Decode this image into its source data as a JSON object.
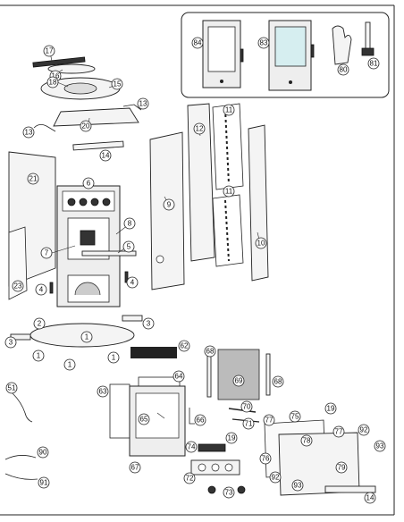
{
  "frame": {
    "border_color": "#222222",
    "background": "#ffffff"
  },
  "callouts": [
    {
      "id": "c84",
      "text": "84"
    },
    {
      "id": "c83",
      "text": "83"
    },
    {
      "id": "c80",
      "text": "80"
    },
    {
      "id": "c81",
      "text": "81"
    },
    {
      "id": "c17",
      "text": "17"
    },
    {
      "id": "c16",
      "text": "16"
    },
    {
      "id": "c18",
      "text": "18"
    },
    {
      "id": "c15",
      "text": "15"
    },
    {
      "id": "c13a",
      "text": "13"
    },
    {
      "id": "c13b",
      "text": "13"
    },
    {
      "id": "c20",
      "text": "20"
    },
    {
      "id": "c14a",
      "text": "14"
    },
    {
      "id": "c12",
      "text": "12"
    },
    {
      "id": "c11a",
      "text": "11"
    },
    {
      "id": "c11b",
      "text": "11"
    },
    {
      "id": "c9",
      "text": "9"
    },
    {
      "id": "c10",
      "text": "10"
    },
    {
      "id": "c21",
      "text": "21"
    },
    {
      "id": "c6",
      "text": "6"
    },
    {
      "id": "c8",
      "text": "8"
    },
    {
      "id": "c7",
      "text": "7"
    },
    {
      "id": "c5",
      "text": "5"
    },
    {
      "id": "c4a",
      "text": "4"
    },
    {
      "id": "c4b",
      "text": "4"
    },
    {
      "id": "c23",
      "text": "23"
    },
    {
      "id": "c2",
      "text": "2"
    },
    {
      "id": "c3a",
      "text": "3"
    },
    {
      "id": "c3b",
      "text": "3"
    },
    {
      "id": "c1a",
      "text": "1"
    },
    {
      "id": "c1b",
      "text": "1"
    },
    {
      "id": "c1c",
      "text": "1"
    },
    {
      "id": "c1d",
      "text": "1"
    },
    {
      "id": "c62",
      "text": "62"
    },
    {
      "id": "c68a",
      "text": "68"
    },
    {
      "id": "c69",
      "text": "69"
    },
    {
      "id": "c68b",
      "text": "68"
    },
    {
      "id": "c63",
      "text": "63"
    },
    {
      "id": "c64",
      "text": "64"
    },
    {
      "id": "c65",
      "text": "65"
    },
    {
      "id": "c66",
      "text": "66"
    },
    {
      "id": "c67",
      "text": "67"
    },
    {
      "id": "c70",
      "text": "70"
    },
    {
      "id": "c71",
      "text": "71"
    },
    {
      "id": "c19a",
      "text": "19"
    },
    {
      "id": "c19b",
      "text": "19"
    },
    {
      "id": "c75",
      "text": "75"
    },
    {
      "id": "c77a",
      "text": "77"
    },
    {
      "id": "c77b",
      "text": "77"
    },
    {
      "id": "c78",
      "text": "78"
    },
    {
      "id": "c76",
      "text": "76"
    },
    {
      "id": "c79",
      "text": "79"
    },
    {
      "id": "c92a",
      "text": "92"
    },
    {
      "id": "c92b",
      "text": "92"
    },
    {
      "id": "c93a",
      "text": "93"
    },
    {
      "id": "c93b",
      "text": "93"
    },
    {
      "id": "c74",
      "text": "74"
    },
    {
      "id": "c72",
      "text": "72"
    },
    {
      "id": "c73",
      "text": "73"
    },
    {
      "id": "c14b",
      "text": "14"
    },
    {
      "id": "c51",
      "text": "51"
    },
    {
      "id": "c90",
      "text": "90"
    },
    {
      "id": "c91",
      "text": "91"
    }
  ]
}
